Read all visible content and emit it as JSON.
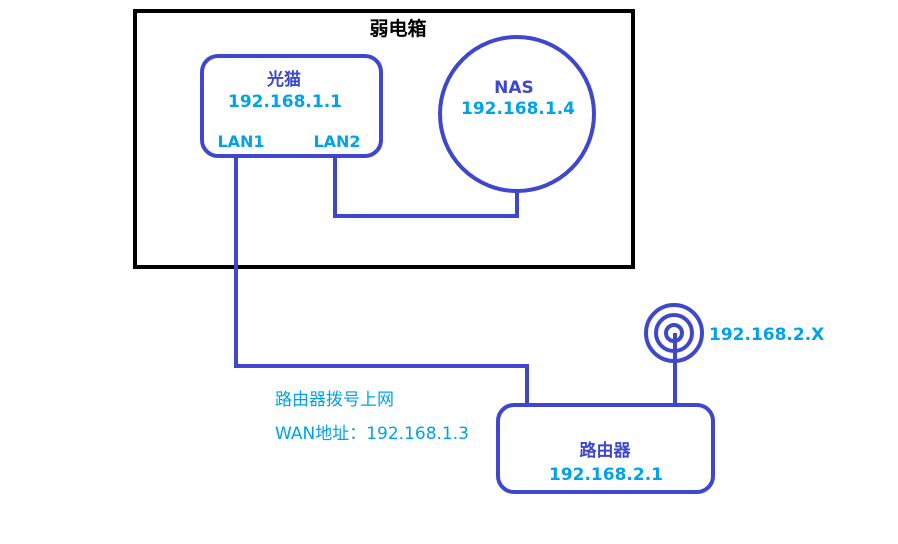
{
  "box": {
    "title": "弱电箱"
  },
  "modem": {
    "name": "光猫",
    "ip": "192.168.1.1",
    "port1": "LAN1",
    "port2": "LAN2"
  },
  "nas": {
    "name": "NAS",
    "ip": "192.168.1.4"
  },
  "router": {
    "name": "路由器",
    "ip": "192.168.2.1"
  },
  "wifi": {
    "ip": "192.168.2.X"
  },
  "note": {
    "line1": "路由器拨号上网",
    "line2": "WAN地址：192.168.1.3"
  },
  "colors": {
    "blue_line": "#3f48cc",
    "cyan_text": "#00a2e8",
    "black": "#000000"
  }
}
